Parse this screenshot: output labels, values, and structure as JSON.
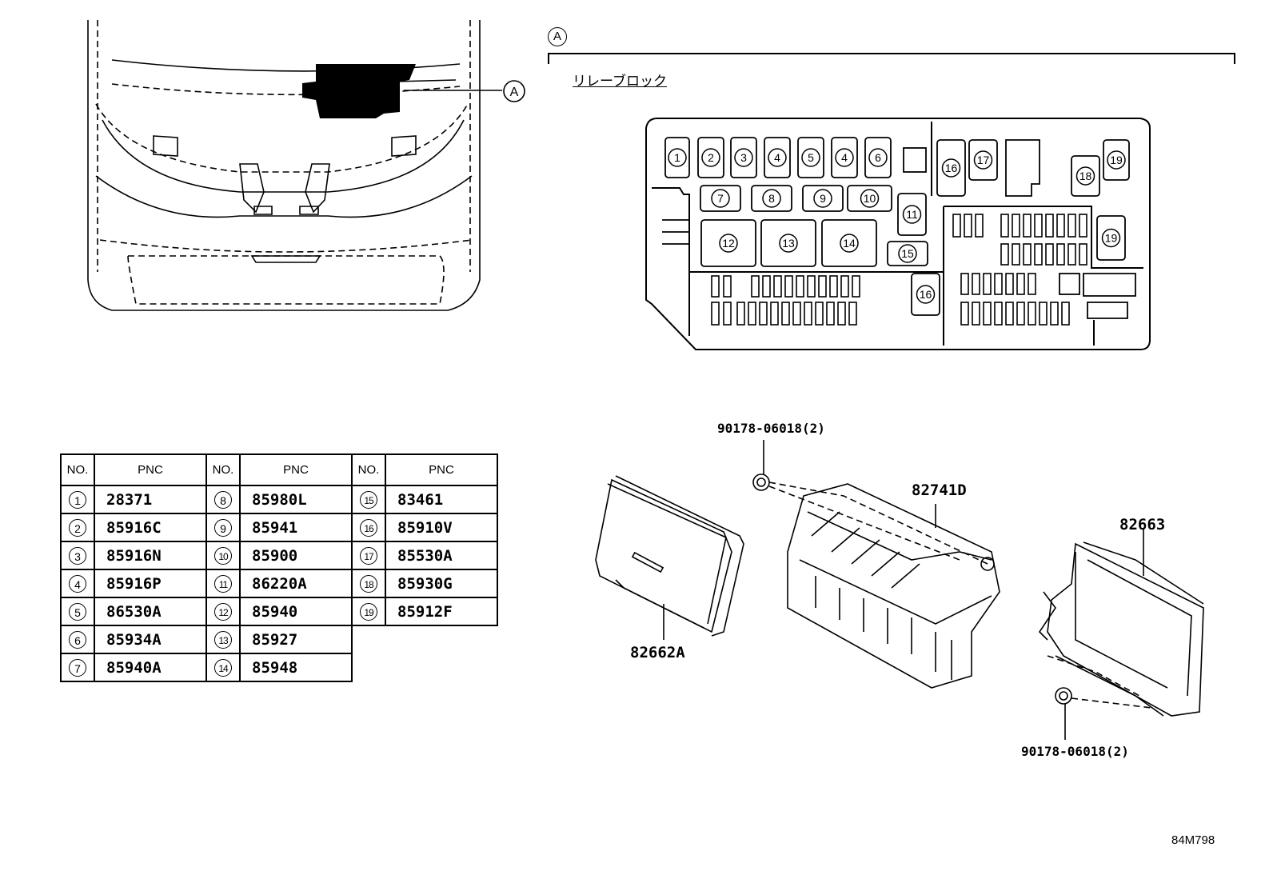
{
  "callout_marker": "A",
  "section_header": {
    "marker": "A",
    "title": "リレーブロック"
  },
  "relay_block_positions": [
    "1",
    "2",
    "3",
    "4",
    "5",
    "4",
    "6",
    "7",
    "8",
    "9",
    "10",
    "11",
    "12",
    "13",
    "14",
    "15",
    "16",
    "16",
    "17",
    "18",
    "19",
    "19"
  ],
  "table": {
    "headers": [
      "NO.",
      "PNC",
      "NO.",
      "PNC",
      "NO.",
      "PNC"
    ],
    "rows": [
      [
        {
          "no": "1",
          "pnc": "28371"
        },
        {
          "no": "8",
          "pnc": "85980L"
        },
        {
          "no": "15",
          "pnc": "83461"
        }
      ],
      [
        {
          "no": "2",
          "pnc": "85916C"
        },
        {
          "no": "9",
          "pnc": "85941"
        },
        {
          "no": "16",
          "pnc": "85910V"
        }
      ],
      [
        {
          "no": "3",
          "pnc": "85916N"
        },
        {
          "no": "10",
          "pnc": "85900"
        },
        {
          "no": "17",
          "pnc": "85530A"
        }
      ],
      [
        {
          "no": "4",
          "pnc": "85916P"
        },
        {
          "no": "11",
          "pnc": "86220A"
        },
        {
          "no": "18",
          "pnc": "85930G"
        }
      ],
      [
        {
          "no": "5",
          "pnc": "86530A"
        },
        {
          "no": "12",
          "pnc": "85940"
        },
        {
          "no": "19",
          "pnc": "85912F"
        }
      ],
      [
        {
          "no": "6",
          "pnc": "85934A"
        },
        {
          "no": "13",
          "pnc": "85927"
        },
        null
      ],
      [
        {
          "no": "7",
          "pnc": "85940A"
        },
        {
          "no": "14",
          "pnc": "85948"
        },
        null
      ]
    ]
  },
  "parts": {
    "bolt_top": "90178-06018(2)",
    "bolt_bottom": "90178-06018(2)",
    "block": "82741D",
    "cover": "82662A",
    "case": "82663"
  },
  "diagram_code": "84M798"
}
